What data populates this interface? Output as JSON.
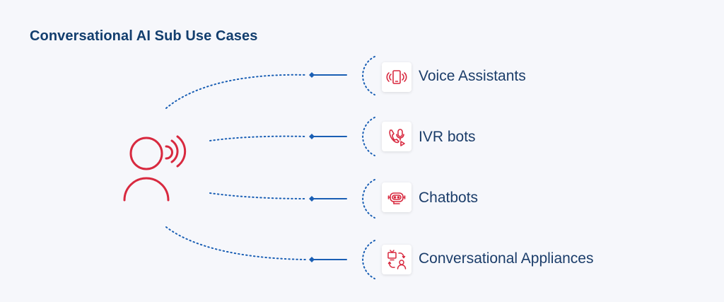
{
  "title": "Conversational AI Sub Use Cases",
  "colors": {
    "heading": "#123e6e",
    "connector": "#1a5fb4",
    "icon_red": "#d8293f",
    "label": "#1b3d6a",
    "background": "#f6f7fb"
  },
  "central_icon": "speaking-person-icon",
  "use_cases": [
    {
      "label": "Voice Assistants",
      "icon": "vibrating-phone-icon"
    },
    {
      "label": "IVR bots",
      "icon": "phone-mic-icon"
    },
    {
      "label": "Chatbots",
      "icon": "robot-face-icon"
    },
    {
      "label": "Conversational Appliances",
      "icon": "tv-person-exchange-icon"
    }
  ]
}
